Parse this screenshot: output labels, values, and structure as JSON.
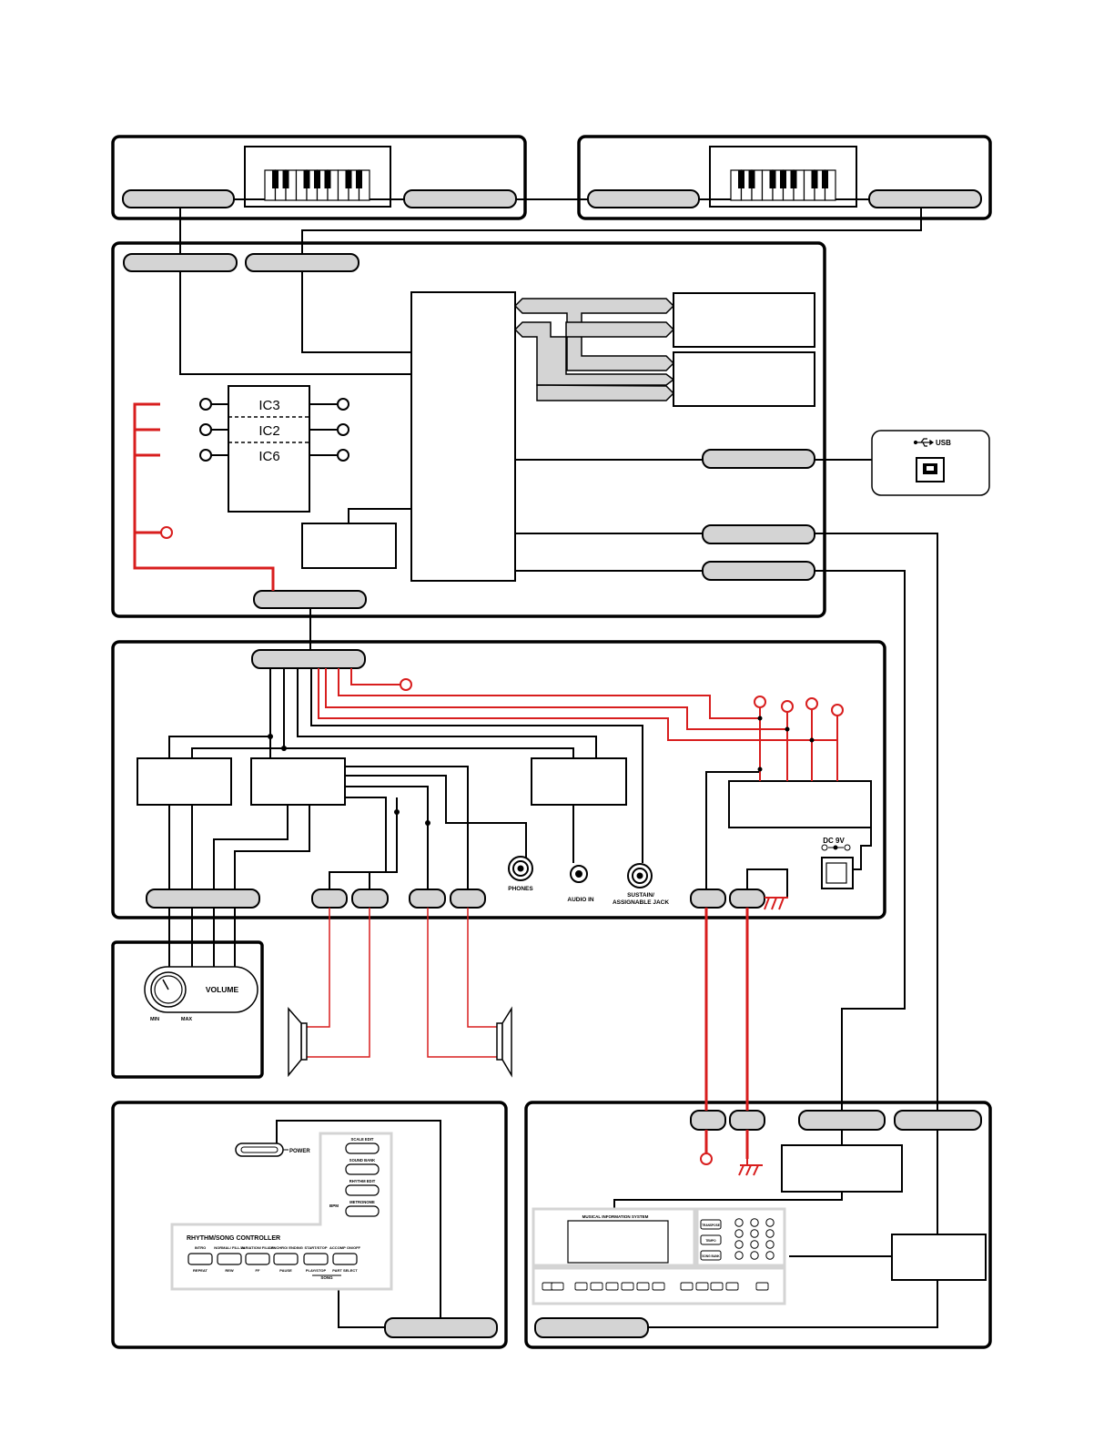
{
  "ic_labels": {
    "ic3": "IC3",
    "ic2": "IC2",
    "ic6": "IC6"
  },
  "usb": {
    "label": "USB"
  },
  "jacks": {
    "phones": "PHONES",
    "audio_in": "AUDIO IN",
    "sustain_1": "SUSTAIN/",
    "sustain_2": "ASSIGNABLE JACK"
  },
  "dc": {
    "label": "DC 9V"
  },
  "volume": {
    "label": "VOLUME",
    "min": "MIN",
    "max": "MAX"
  },
  "panel": {
    "power": "POWER",
    "side_buttons": [
      "SCALE EDIT",
      "SOUND BANK",
      "RHYTHM EDIT",
      "METRONOME"
    ],
    "bpm": "BPM",
    "rhythm_title": "RHYTHM/SONG CONTROLLER",
    "upper_labels": [
      "INTRO",
      "NORMAL/ FILL-IN",
      "VARIATION/ FILL-IN",
      "SYNCHRO/ ENDING",
      "START/STOP",
      "ACCOMP ON/OFF"
    ],
    "lower_labels": [
      "REPEAT",
      "REW",
      "FF",
      "PAUSE",
      "PLAY/STOP",
      "PART SELECT"
    ],
    "song": "SONG"
  },
  "display": {
    "title": "MUSICAL INFORMATION SYSTEM",
    "buttons": [
      "TRANSPOSE",
      "TEMPO",
      "SONG BANK"
    ]
  },
  "colors": {
    "red": "#d81e1e",
    "gray": "#d4d4d4",
    "black": "#000000"
  }
}
